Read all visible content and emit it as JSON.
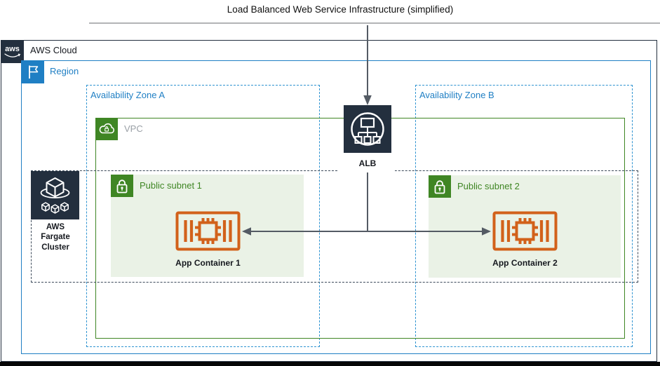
{
  "title": "Load Balanced Web Service Infrastructure (simplified)",
  "aws_cloud": {
    "logo_text": "aws",
    "label": "AWS Cloud"
  },
  "region": {
    "label": "Region"
  },
  "zones": [
    {
      "label": "Availability Zone A"
    },
    {
      "label": "Availability Zone B"
    }
  ],
  "vpc": {
    "label": "VPC"
  },
  "fargate": {
    "label": "AWS\nFargate\nCluster"
  },
  "alb": {
    "label": "ALB"
  },
  "subnets": [
    {
      "label": "Public subnet 1",
      "container_label": "App Container 1"
    },
    {
      "label": "Public subnet 2",
      "container_label": "App Container 2"
    }
  ],
  "colors": {
    "navy": "#232F3E",
    "region_blue": "#1F7FC4",
    "az_dash_blue": "#2E93D1",
    "vpc_green": "#3F8624",
    "subnet_fill": "#EAF2E6",
    "container_orange": "#D2611A",
    "arrow_gray": "#545B64"
  }
}
